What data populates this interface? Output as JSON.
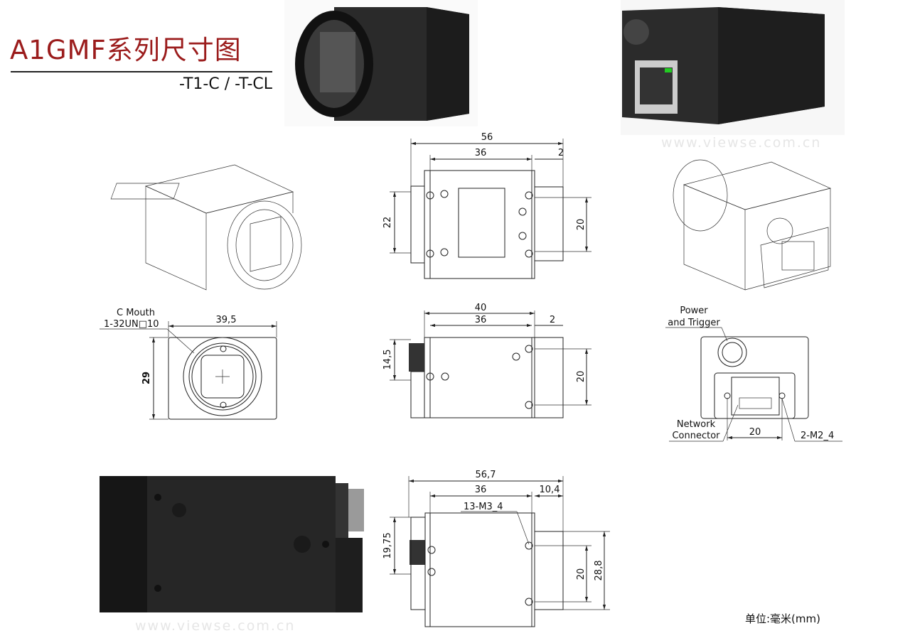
{
  "header": {
    "title": "A1GMF系列尺寸图",
    "subtitle": "-T1-C / -T-CL",
    "title_color": "#9b1c1c"
  },
  "watermarks": [
    "www.viewse.com.cn",
    "www.viewse.com.cn"
  ],
  "top_view": {
    "overall": "56",
    "body": "36",
    "flange": "2",
    "left_height": "22",
    "right_height": "20"
  },
  "front_view": {
    "mount_label_1": "C Mouth",
    "mount_label_2": "1-32UN□10",
    "width": "39,5",
    "height": "29"
  },
  "side_view": {
    "overall": "40",
    "body": "36",
    "flange": "2",
    "left_height": "14,5",
    "right_height": "20"
  },
  "rear_view": {
    "power_label_1": "Power",
    "power_label_2": "and Trigger",
    "network_label_1": "Network",
    "network_label_2": "Connector",
    "hole_spacing": "20",
    "screw_label": "2-M2_4"
  },
  "bottom_view": {
    "overall": "56,7",
    "body": "36",
    "rear": "10,4",
    "screw_label": "13-M3_4",
    "left_height": "19,75",
    "hole_spacing": "20",
    "right_height": "28,8"
  },
  "footer": {
    "unit": "单位:毫米(mm)"
  }
}
